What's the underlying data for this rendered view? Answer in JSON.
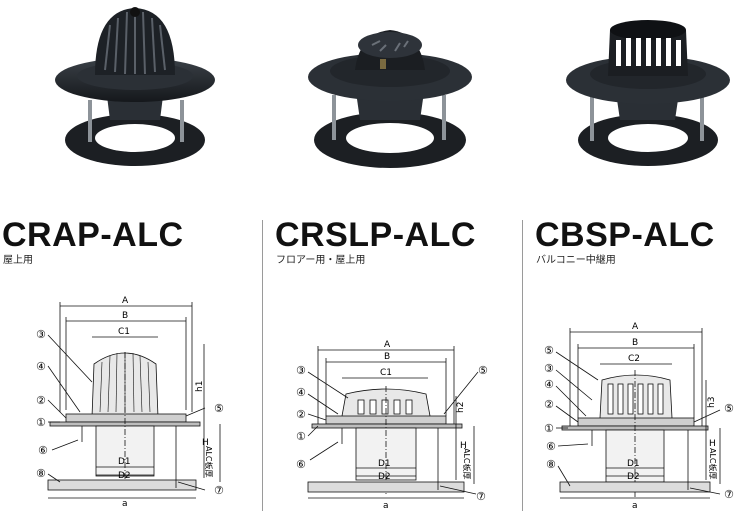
{
  "products": [
    {
      "model": "CRAP-ALC",
      "usage": "屋上用",
      "dims": {
        "A": "A",
        "B": "B",
        "C": "C1",
        "h": "h1",
        "H": "H",
        "D1": "D1",
        "D2": "D2",
        "a": "a",
        "alc": "ALC板厚"
      },
      "callouts": [
        "①",
        "②",
        "③",
        "④",
        "⑤",
        "⑥",
        "⑦",
        "⑧"
      ]
    },
    {
      "model": "CRSLP-ALC",
      "usage": "フロアー用・屋上用",
      "dims": {
        "A": "A",
        "B": "B",
        "C": "C1",
        "h": "h2",
        "H": "H",
        "D1": "D1",
        "D2": "D2",
        "a": "a",
        "alc": "ALC板厚"
      },
      "callouts": [
        "①",
        "②",
        "③",
        "④",
        "⑤",
        "⑥",
        "⑦"
      ]
    },
    {
      "model": "CBSP-ALC",
      "usage": "バルコニー中継用",
      "dims": {
        "A": "A",
        "B": "B",
        "C": "C2",
        "h": "h3",
        "H": "H",
        "D1": "D1",
        "D2": "D2",
        "a": "a",
        "alc": "ALC板厚"
      },
      "callouts": [
        "①",
        "②",
        "③",
        "④",
        "⑤",
        "⑥",
        "⑦",
        "⑧"
      ]
    }
  ],
  "colors": {
    "casting": "#1f2328",
    "steel": "#8d9399",
    "text": "#111111"
  }
}
